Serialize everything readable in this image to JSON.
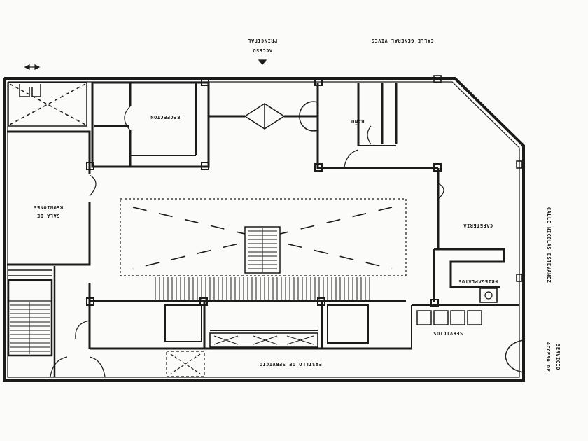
{
  "streets": {
    "top": "CALLE GENERAL VIVES",
    "right": "CALLE NICOLAS ESTEVANEZ"
  },
  "accesses": {
    "main_line1": "ACCESO",
    "main_line2": "PRINCIPAL",
    "service_line1": "ACCESO DE",
    "service_line2": "SERVICIO"
  },
  "rooms": {
    "reception": "RECEPCION",
    "office": "BAÑO",
    "meeting_line1": "SALA DE",
    "meeting_line2": "REUNIONES",
    "cafeteria": "CAFETERIA",
    "dishwash": "FRIEGAPLATOS",
    "toilets": "SERVICIOS",
    "service_corridor": "PASILLO DE SERVICIO"
  },
  "colors": {
    "ink": "#1b1b1b",
    "paper": "#fbfbf9"
  }
}
